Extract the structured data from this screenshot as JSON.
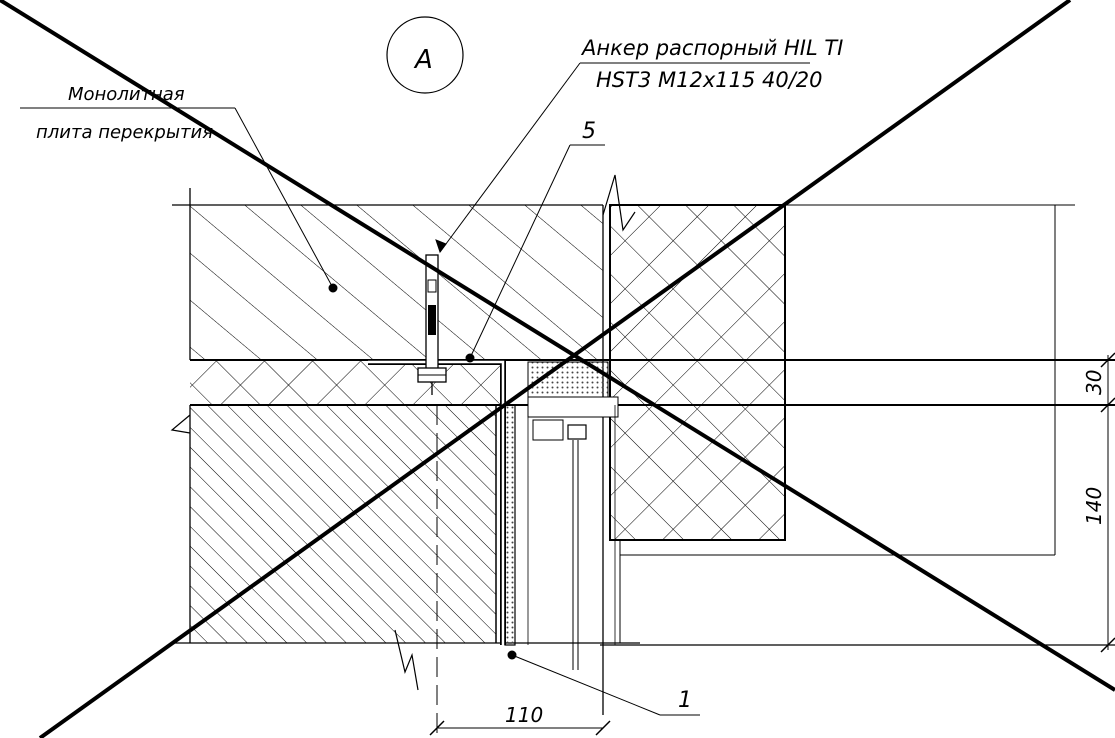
{
  "drawing": {
    "section_mark": "A",
    "anchor_label_line1": "Анкер распорный HIL TI",
    "anchor_label_line2": "HST3 M12x115 40/20",
    "slab_label_line1": "Монолитная",
    "slab_label_line2": "плита перекрытия",
    "callout_5": "5",
    "callout_1": "1",
    "dim_30": "30",
    "dim_140": "140",
    "dim_110": "110",
    "cancelled": true
  }
}
